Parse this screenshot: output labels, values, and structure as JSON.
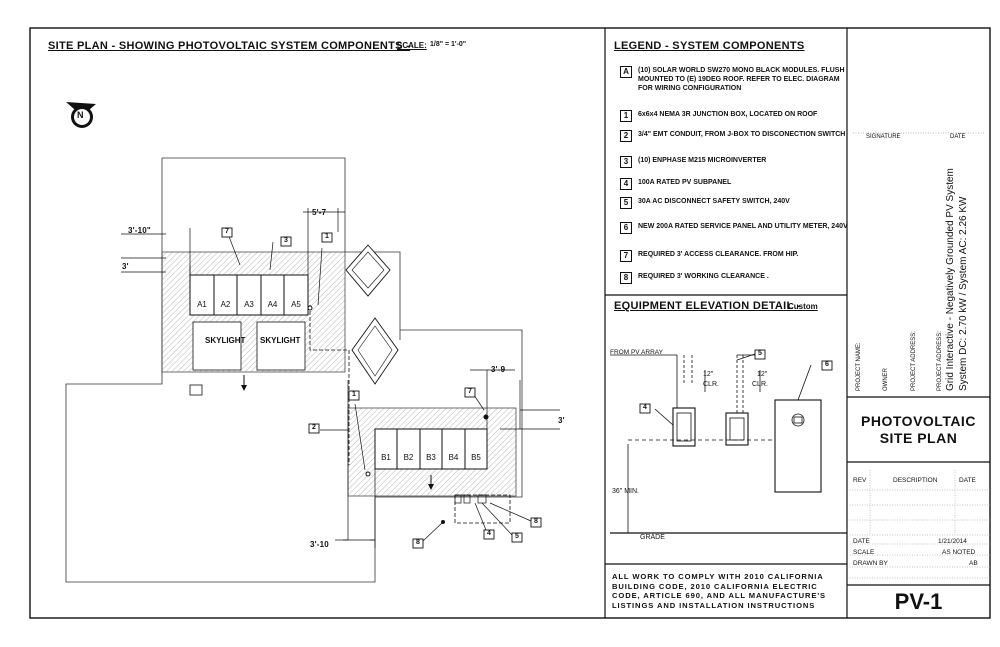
{
  "site_plan": {
    "title": "SITE PLAN - SHOWING PHOTOVOLTAIC SYSTEM COMPONENTS -",
    "scale_label": "SCALE:",
    "scale_value": "1/8\" = 1'-0\"",
    "north_label": "N",
    "skylight_1": "SKYLIGHT",
    "skylight_2": "SKYLIGHT",
    "array_a": [
      "A1",
      "A2",
      "A3",
      "A4",
      "A5"
    ],
    "array_b": [
      "B1",
      "B2",
      "B3",
      "B4",
      "B5"
    ],
    "dimensions": {
      "d_3_10": "3'-10\"",
      "d_3a": "3'",
      "d_5_7": "5'-7",
      "d_3_9": "3'-9",
      "d_3b": "3'",
      "d_3_10b": "3'-10"
    },
    "tags": [
      "7",
      "3",
      "1",
      "2",
      "1",
      "7",
      "8",
      "4",
      "5",
      "8"
    ]
  },
  "legend": {
    "title": "LEGEND - SYSTEM COMPONENTS",
    "items": [
      {
        "key": "A",
        "text": "(10) SOLAR WORLD SW270 MONO BLACK MODULES. FLUSH MOUNTED TO (E) 19DEG ROOF. REFER TO ELEC. DIAGRAM FOR WIRING CONFIGURATION"
      },
      {
        "key": "1",
        "text": "6x6x4 NEMA 3R JUNCTION BOX, LOCATED ON ROOF"
      },
      {
        "key": "2",
        "text": "3/4\" EMT CONDUIT, FROM J-BOX TO DISCONECTION SWITCH"
      },
      {
        "key": "3",
        "text": "(10) ENPHASE M215 MICROINVERTER"
      },
      {
        "key": "4",
        "text": "100A RATED PV SUBPANEL"
      },
      {
        "key": "5",
        "text": "30A AC DISCONNECT SAFETY SWITCH, 240V"
      },
      {
        "key": "6",
        "text": "NEW 200A RATED SERVICE PANEL AND UTILITY METER, 240V"
      },
      {
        "key": "7",
        "text": "REQUIRED 3' ACCESS CLEARANCE. FROM HIP."
      },
      {
        "key": "8",
        "text": "REQUIRED 3' WORKING CLEARANCE ."
      }
    ]
  },
  "elevation": {
    "title": "EQUIPMENT ELEVATION DETAIL -",
    "scale": "Custom",
    "from_pv": "FROM PV ARRAY",
    "clr1": "12\"",
    "clr1b": "CLR.",
    "clr2": "12\"",
    "clr2b": "CLR.",
    "min": "36\" MIN.",
    "grade": "GRADE",
    "tags": [
      "5",
      "6",
      "4"
    ]
  },
  "compliance_note": "ALL WORK TO COMPLY WITH 2010 CALIFORNIA BUILDING CODE, 2010 CALIFORNIA ELECTRIC CODE, ARTICLE 690, AND ALL MANUFACTURE'S LISTINGS AND INSTALLATION INSTRUCTIONS",
  "title_block": {
    "signature": "SIGNATURE",
    "date": "DATE",
    "project_name": "PROJECT NAME:",
    "owner": "OWNER",
    "project_address": "PROJECT ADDRESS:",
    "project_addr_label2": "PROJECT ADDRESS:",
    "system_line1": "Grid Interactive - Negatively Grounded PV System",
    "system_line2": "System DC: 2.70 kW / System AC: 2.26 KW",
    "sheet_title_1": "PHOTOVOLTAIC",
    "sheet_title_2": "SITE PLAN",
    "rev": "REV",
    "description": "DESCRIPTION",
    "rev_date": "DATE",
    "date_label": "DATE",
    "date_value": "1/21/2014",
    "scale_label": "SCALE",
    "scale_value": "AS NOTED",
    "drawn_label": "DRAWN BY",
    "drawn_value": "AB",
    "sheet_number": "PV-1"
  }
}
